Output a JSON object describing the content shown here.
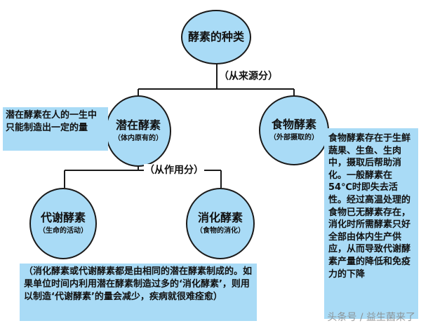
{
  "nodes": {
    "root": {
      "title": "酵素的种类",
      "subtitle": ""
    },
    "latent": {
      "title": "潜在酵素",
      "subtitle": "（体内原有的）"
    },
    "food": {
      "title": "食物酵素",
      "subtitle": "（外部摄取的）"
    },
    "metabolic": {
      "title": "代谢酵素",
      "subtitle": "（生命的活动）"
    },
    "digestive": {
      "title": "消化酵素",
      "subtitle": "（食物的消化）"
    }
  },
  "edge_labels": {
    "by_source": "（从来源分）",
    "by_function": "（从作用分）"
  },
  "notes": {
    "left": "潜在酵素在人的一生中只能制造出一定的量",
    "right": "食物酵素存在于生鲜蔬果、生鱼、生肉中，摄取后帮助消化。一般酵素在54℃时即失去活性。经过高温处理的食物已无酵素存在，消化时所需酵素只好全部由体内生产供应，从而导致代谢酵素产量的降低和免疫力的下降",
    "bottom": "（消化酵素或代谢酵素都是由相同的潜在酵素制成的。如果单位时间内利用潜在酵素制造过多的‘消化酵素’，则用以制造‘代谢酵素’的量会减少，疾病就很难痊愈）"
  },
  "watermark": "头条号 / 益生菌来了",
  "colors": {
    "node_fill": "#a9dbf6",
    "note_fill": "#a9dbf6",
    "line": "#1a1a1a"
  }
}
